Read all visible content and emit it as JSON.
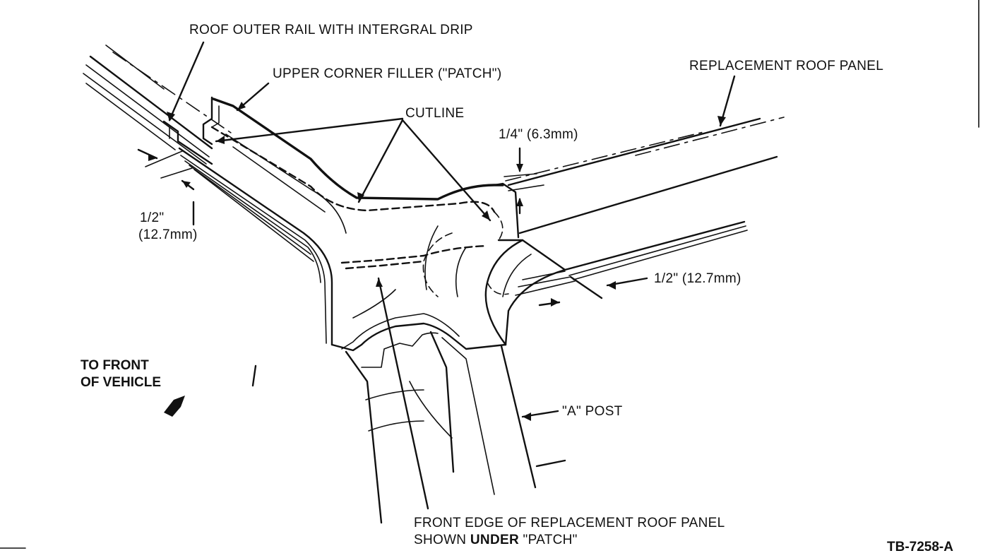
{
  "figure": {
    "id": "TB-7258-A",
    "labels": {
      "roof_outer_rail": "ROOF OUTER RAIL WITH INTERGRAL DRIP",
      "upper_corner_filler": "UPPER CORNER FILLER (\"PATCH\")",
      "replacement_roof_panel": "REPLACEMENT ROOF PANEL",
      "cutline": "CUTLINE",
      "quarter_inch": "1/4\" (6.3mm)",
      "half_inch_left_line1": "1/2\"",
      "half_inch_left_line2": "(12.7mm)",
      "half_inch_right": "1/2\" (12.7mm)",
      "a_post": "\"A\" POST",
      "to_front_line1": "TO FRONT",
      "to_front_line2": "OF VEHICLE",
      "front_edge_line1": "FRONT EDGE OF REPLACEMENT ROOF PANEL",
      "front_edge_line2_prefix": "SHOWN ",
      "front_edge_line2_bold": "UNDER",
      "front_edge_line2_suffix": " \"PATCH\""
    }
  }
}
